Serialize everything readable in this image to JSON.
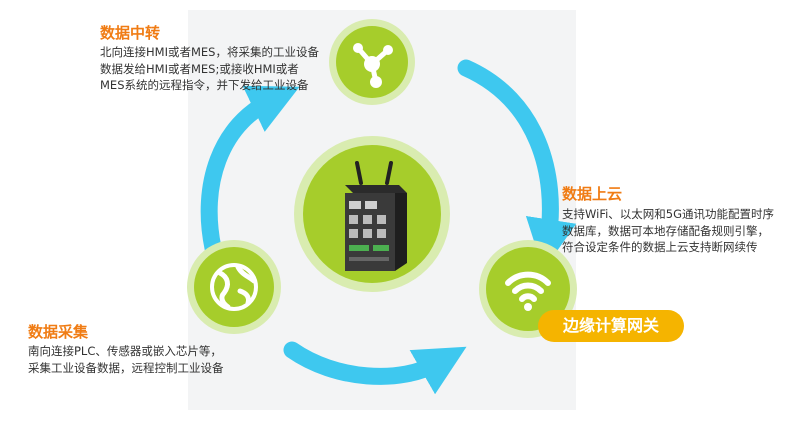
{
  "forward": {
    "title": "数据中转",
    "text": "北向连接HMI或者MES，将采集的工业设备数据发给HMI或者MES;或接收HMI或者MES系统的远程指令，并下发给工业设备"
  },
  "cloud": {
    "title": "数据上云",
    "text": "支持WiFi、以太网和5G通讯功能配置时序数据库，数据可本地存储配备规则引擎，符合设定条件的数据上云支持断网续传"
  },
  "collect": {
    "title": "数据采集",
    "text": "南向连接PLC、传感器或嵌入芯片等，采集工业设备数据，远程控制工业设备"
  },
  "badge": {
    "label": "边缘计算网关"
  },
  "colors": {
    "accent_orange": "#f07c14",
    "circle_green": "#a6cd2b",
    "arrow_blue": "#3ec8ef",
    "badge_yellow": "#f5b400"
  },
  "icons": [
    "network-node-icon",
    "globe-icon",
    "wifi-icon",
    "gateway-device-icon"
  ]
}
